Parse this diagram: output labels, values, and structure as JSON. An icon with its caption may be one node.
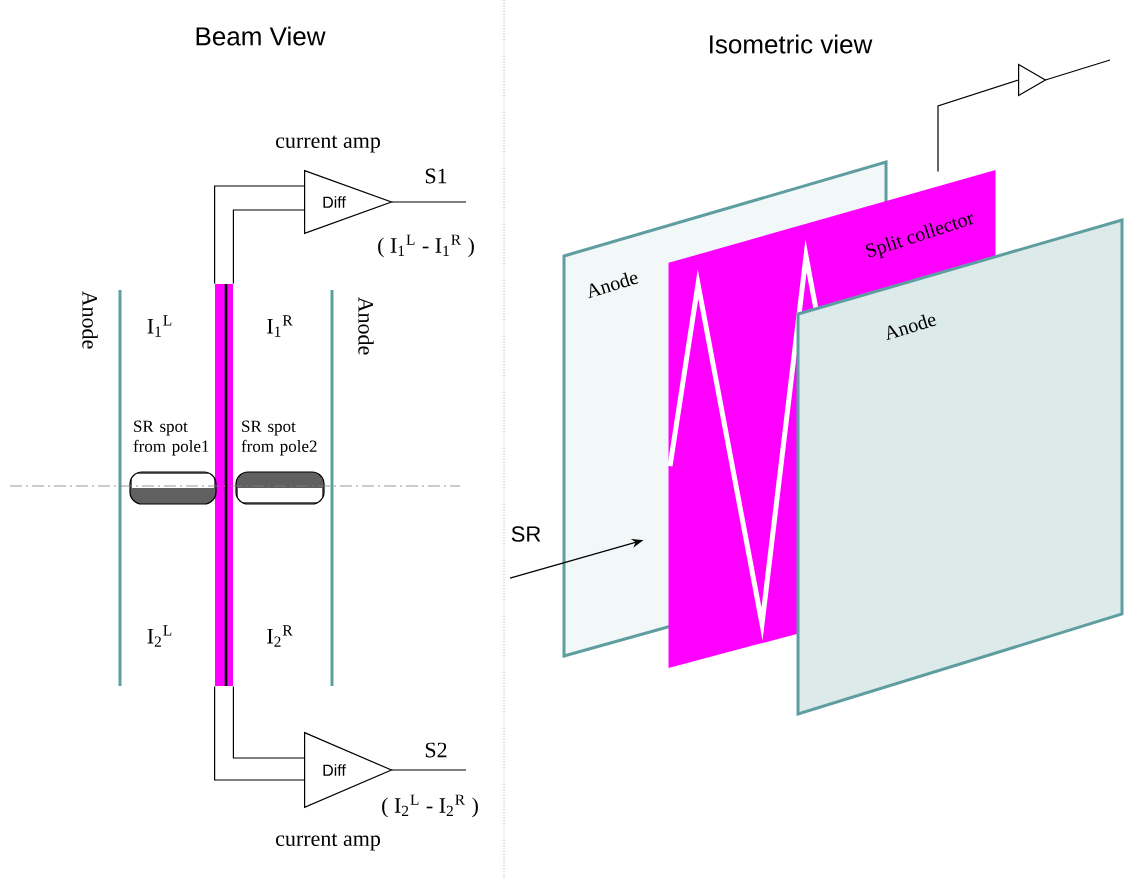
{
  "diagram": {
    "nodes": [
      {
        "text": [
          "Diff"
        ],
        "beside": [
          "current amp"
        ]
      },
      {
        "text": [],
        "shape": "bar"
      },
      {
        "text": [
          "SR spot from pole1"
        ]
      },
      {
        "text": [
          "SR spot from pole2"
        ]
      },
      {
        "text": [
          "Diff"
        ],
        "beside": [
          "current amp"
        ]
      },
      {
        "text": [
          "SR"
        ]
      },
      {
        "text": [
          "Anode"
        ]
      },
      {
        "text": [
          "Split collector"
        ]
      },
      {
        "text": [
          "Anode"
        ]
      },
      {
        "text": [],
        "shape": "triangle"
      }
    ],
    "edges": [
      {
        "from": 1,
        "to": 0,
        "arrow": "none"
      },
      {
        "from": 1,
        "to": 0,
        "arrow": "none"
      },
      {
        "from": 0,
        "to": null,
        "arrow": "none"
      },
      {
        "from": 1,
        "to": 4,
        "arrow": "none"
      },
      {
        "from": 1,
        "to": 4,
        "arrow": "none"
      },
      {
        "from": 4,
        "to": null,
        "arrow": "none"
      },
      {
        "from": 5,
        "to": 6,
        "arrow": "to"
      },
      {
        "from": 7,
        "to": 9,
        "arrow": "none"
      },
      {
        "from": 9,
        "to": null,
        "arrow": "none"
      }
    ],
    "labels": [
      "Beam View",
      "Isometric view",
      "S1",
      "( I$_{1}$$^{L}$ - I$_{1}$$^{R}$ )",
      "Anode",
      "I$_{1}$$^{L}$",
      "I$_{1}$$^{R}$",
      "Anode",
      "I$_{2}$$^{L}$",
      "I$_{2}$$^{R}$",
      "S2",
      "( I$_{2}$$^{L}$ - I$_{2}$$^{R}$ )"
    ]
  }
}
